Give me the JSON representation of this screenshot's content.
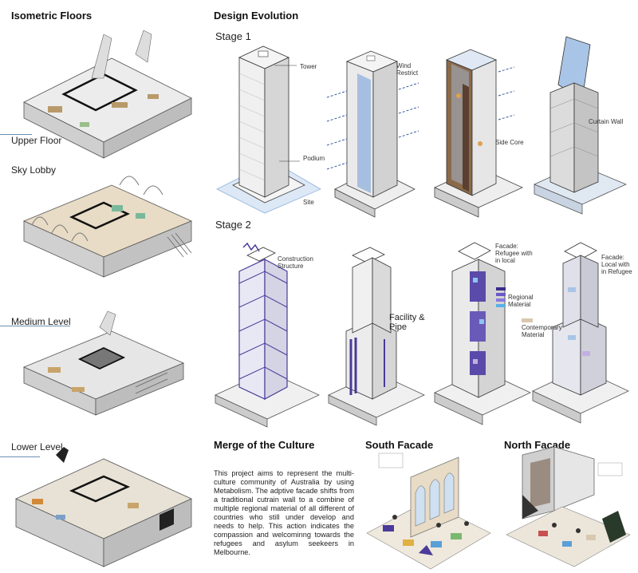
{
  "headers": {
    "isometric": "Isometric Floors",
    "evolution": "Design Evolution",
    "merge": "Merge of the Culture",
    "south": "South Facade",
    "north": "North Facade"
  },
  "stages": {
    "stage1": "Stage 1",
    "stage2": "Stage 2"
  },
  "floors": {
    "upper": "Upper Floor",
    "sky": "Sky Lobby",
    "medium": "Medium Level",
    "lower": "Lower Level"
  },
  "stage1_labels": {
    "tower": "Tower",
    "podium": "Podium",
    "site": "Site",
    "wind": "Wind Restrict",
    "side_core": "Side Core",
    "curtain": "Curtain Wall"
  },
  "stage2_labels": {
    "construction": "Construction Structure",
    "facility": "Facility & Pipe",
    "refugee": "Facade: Refugee with in local",
    "regional": "Regional Material",
    "local": "Facade: Local with in Refugee",
    "contemporary": "Contemporary Material"
  },
  "merge_text": "This project aims to represent the multi-culture community of Australia by using Metabolism. The adptive facade shifts from a traditional cutrain wall to a combine of multiple regional material of all different of countries who still under develop and needs to help. This action indicates the compassion and welcominng towards the refugees and asylum seekeers in Melbourne.",
  "colors": {
    "accent": "#6b8fb0",
    "blue": "#8fb0dc",
    "purple": "#4a3a9a",
    "brown": "#8a6a4a",
    "tan": "#d8c8b0"
  }
}
